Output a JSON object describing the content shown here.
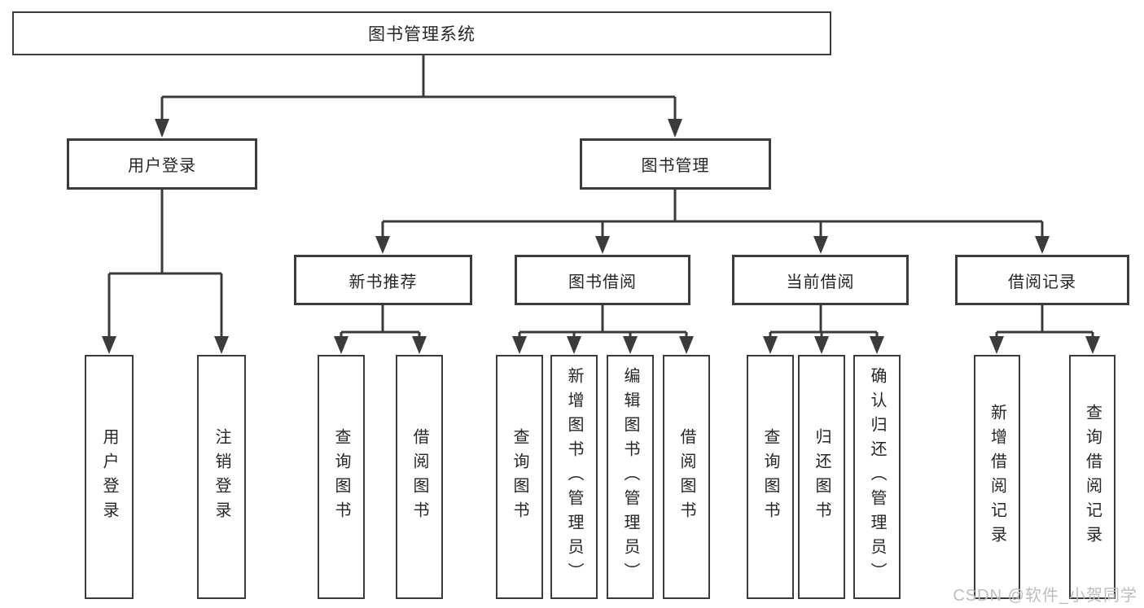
{
  "tree": {
    "root": {
      "label": "图书管理系统"
    },
    "level2": [
      {
        "label": "用户登录"
      },
      {
        "label": "图书管理"
      }
    ],
    "level3": [
      {
        "label": "新书推荐"
      },
      {
        "label": "图书借阅"
      },
      {
        "label": "当前借阅"
      },
      {
        "label": "借阅记录"
      }
    ],
    "leaves": {
      "user_login": [
        {
          "label": "用户登录"
        },
        {
          "label": "注销登录"
        }
      ],
      "new_books": [
        {
          "label": "查询图书"
        },
        {
          "label": "借阅图书"
        }
      ],
      "book_borrow": [
        {
          "label": "查询图书"
        },
        {
          "label": "新增图书（管理员）"
        },
        {
          "label": "编辑图书（管理员）"
        },
        {
          "label": "借阅图书"
        }
      ],
      "current_borrow": [
        {
          "label": "查询图书"
        },
        {
          "label": "归还图书"
        },
        {
          "label": "确认归还（管理员）"
        }
      ],
      "borrow_records": [
        {
          "label": "新增借阅记录"
        },
        {
          "label": "查询借阅记录"
        }
      ]
    }
  },
  "watermark": "CSDN @软件_小贺同学",
  "colors": {
    "line": "#3b3b3b",
    "text": "#262626",
    "watermark": "#bdbdbd",
    "background": "#ffffff"
  }
}
